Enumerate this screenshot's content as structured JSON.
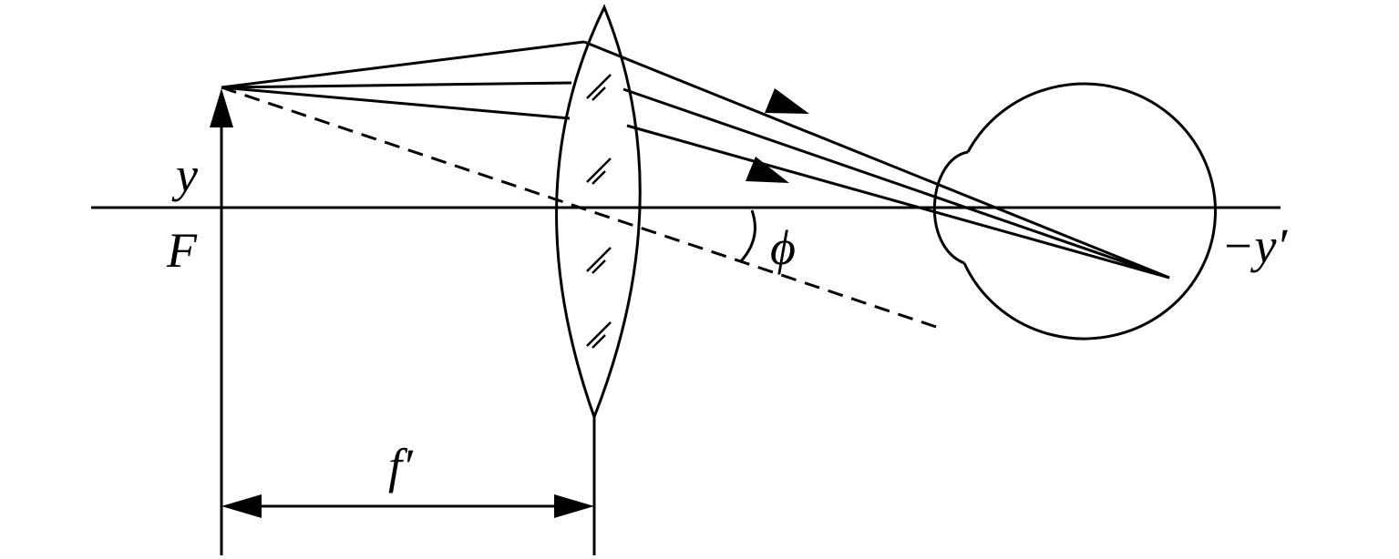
{
  "labels": {
    "object_height": "y",
    "focal_point": "F",
    "focal_length": "f′",
    "visual_angle": "ϕ",
    "image_height": "−y′"
  },
  "colors": {
    "ink": "#000000",
    "background": "#ffffff"
  }
}
